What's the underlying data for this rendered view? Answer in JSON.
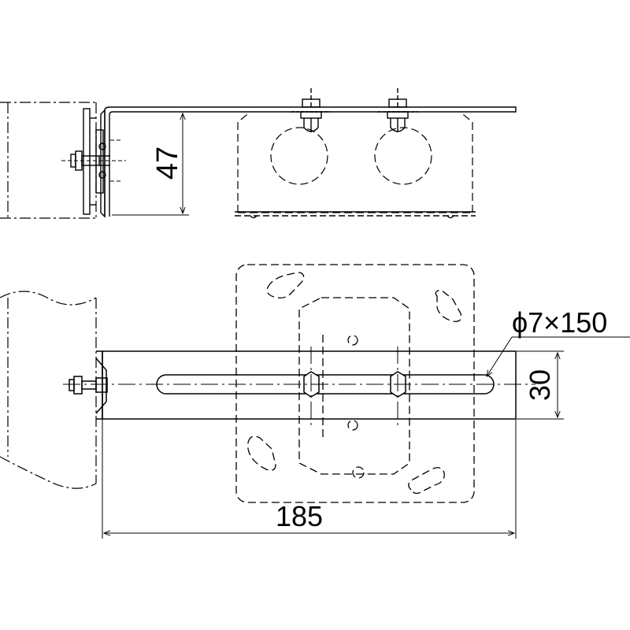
{
  "drawing": {
    "type": "technical-dimension-drawing",
    "colors": {
      "line": "#000000",
      "background": "#ffffff"
    },
    "dimensions": {
      "height": "47",
      "width": "30",
      "length": "185",
      "slot": "ϕ7×150"
    }
  }
}
